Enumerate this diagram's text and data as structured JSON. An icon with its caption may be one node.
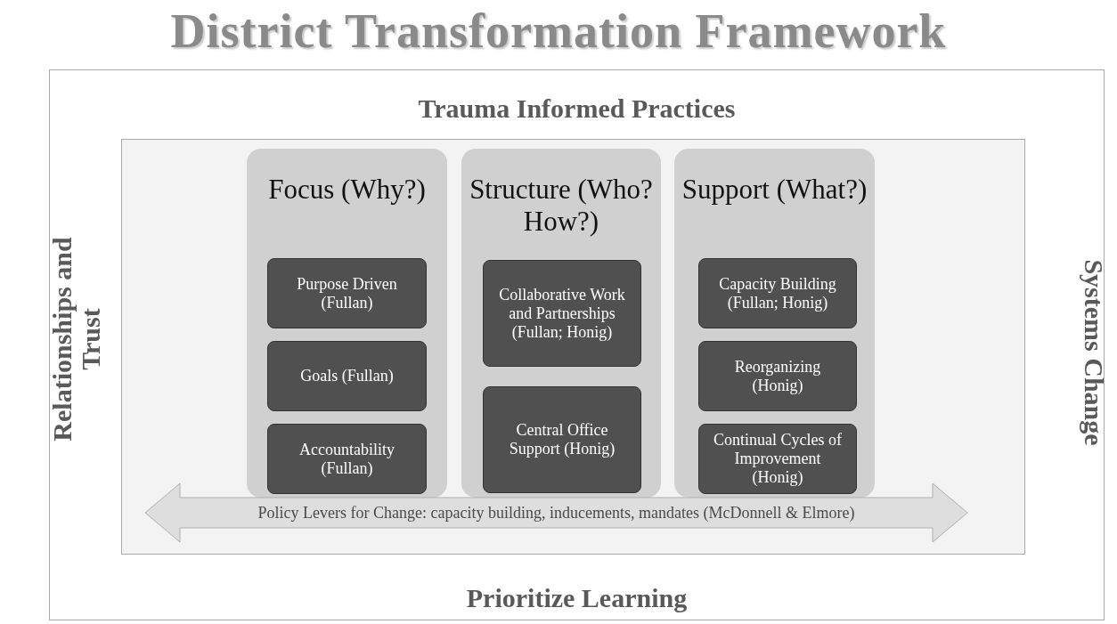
{
  "diagram": {
    "title": "District Transformation Framework",
    "nodes": [
      {
        "text": [
          "Trauma Informed Practices",
          "Relationships and Trust",
          "Systems Change",
          "Prioritize Learning"
        ]
      },
      {
        "text": [],
        "shape": "box",
        "in": 0
      },
      {
        "text": [
          "Focus (Why?)"
        ],
        "in": 1
      },
      {
        "text": [
          "Structure (Who? How?)"
        ],
        "in": 1
      },
      {
        "text": [
          "Support (What?)"
        ],
        "in": 1
      },
      {
        "text": [
          "Purpose Driven (Fullan)"
        ],
        "in": 2
      },
      {
        "text": [
          "Goals (Fullan)"
        ],
        "in": 2
      },
      {
        "text": [
          "Accountability (Fullan)"
        ],
        "in": 2
      },
      {
        "text": [
          "Collaborative Work and Partnerships (Fullan; Honig)"
        ],
        "in": 3
      },
      {
        "text": [
          "Central Office Support (Honig)"
        ],
        "in": 3
      },
      {
        "text": [
          "Capacity Building (Fullan; Honig)"
        ],
        "in": 4
      },
      {
        "text": [
          "Reorganizing (Honig)"
        ],
        "in": 4
      },
      {
        "text": [
          "Continual Cycles of Improvement (Honig)"
        ],
        "in": 4
      },
      {
        "text": [
          "Policy Levers for Change: capacity building, inducements, mandates (McDonnell & Elmore)"
        ],
        "in": 1
      }
    ],
    "edges": []
  }
}
